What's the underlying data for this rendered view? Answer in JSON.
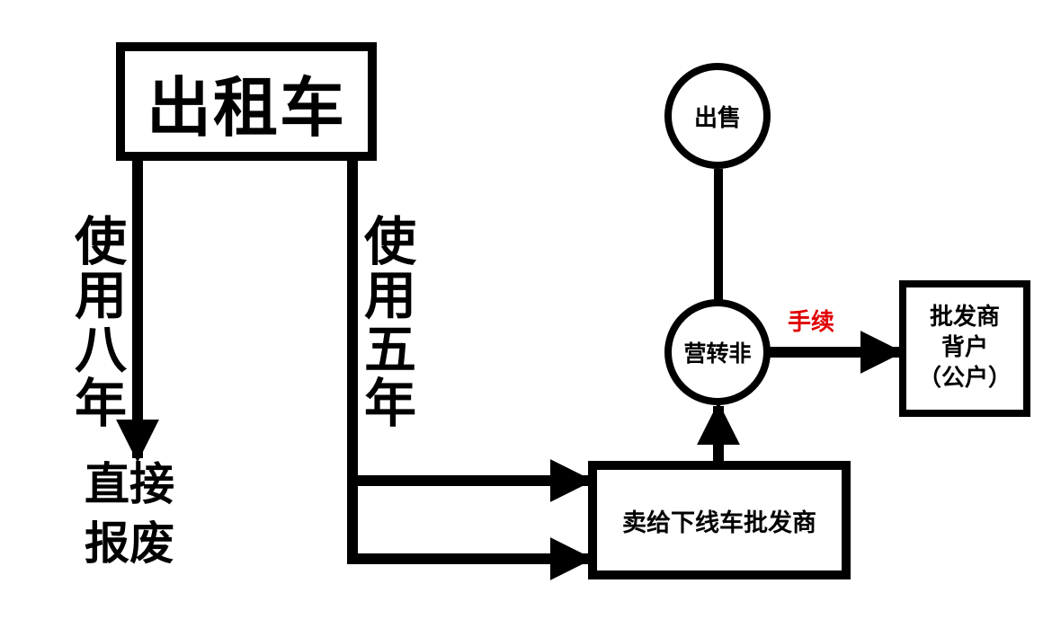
{
  "nodes": {
    "taxi": "出租车",
    "sale": "出售",
    "convert": "营转非",
    "dealer": "卖给下线车批发商",
    "account_line1": "批发商",
    "account_line2": "背户",
    "account_line3": "（公户）"
  },
  "labels": {
    "eight_years": "使用八年",
    "five_years": "使用五年",
    "scrap_line1": "直接",
    "scrap_line2": "报废",
    "procedure": "手续"
  },
  "colors": {
    "line": "#000000",
    "procedure": "#e00000"
  }
}
